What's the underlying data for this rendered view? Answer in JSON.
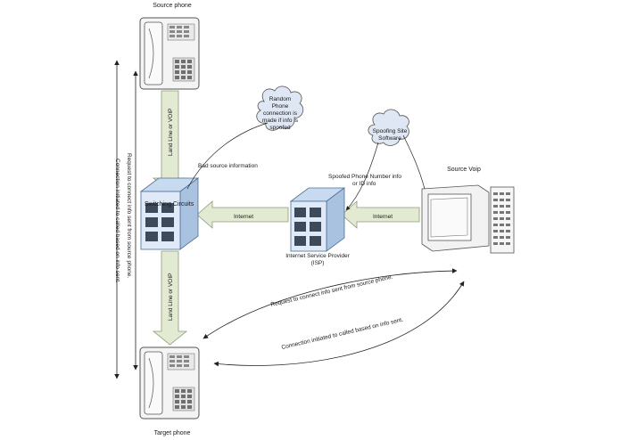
{
  "nodes": {
    "source_phone": "Source phone",
    "target_phone": "Target phone",
    "switching": "Switching Circuits",
    "isp_line1": "Internet Service Provider",
    "isp_line2": "(ISP)",
    "source_voip": "Source Voip",
    "spoof_cloud_line1": "Spoofing Site",
    "spoof_cloud_line2": "Software",
    "random_cloud_lines": [
      "Random",
      "Phone",
      "connection is",
      "made if info is",
      "spoofed"
    ]
  },
  "edges": {
    "land_line_top": "Land Line or VOIP",
    "land_line_bottom": "Land Line or VOIP",
    "internet_left": "Internet",
    "internet_right": "Internet",
    "bad_source": "Bad source information",
    "spoofed_line1": "Spoofed Phone Number info",
    "spoofed_line2": "or ID info",
    "request_curve": "Request to connect info sent from source phone.",
    "connection_curve": "Connection initiated to called based on info sent.",
    "request_vertical": "Request to connect info sent from source phone.",
    "connection_vertical": "Connection initiated to called based on info sent."
  },
  "colors": {
    "arrow_fill": "#e3ead2",
    "arrow_stroke": "#8a9a78",
    "cube_top": "#c8daf0",
    "cube_front": "#dfe9f7",
    "cube_side": "#a9c2e0",
    "cube_stroke": "#4f6f95",
    "cloud_fill": "#dfe7f4",
    "line": "#222222"
  }
}
